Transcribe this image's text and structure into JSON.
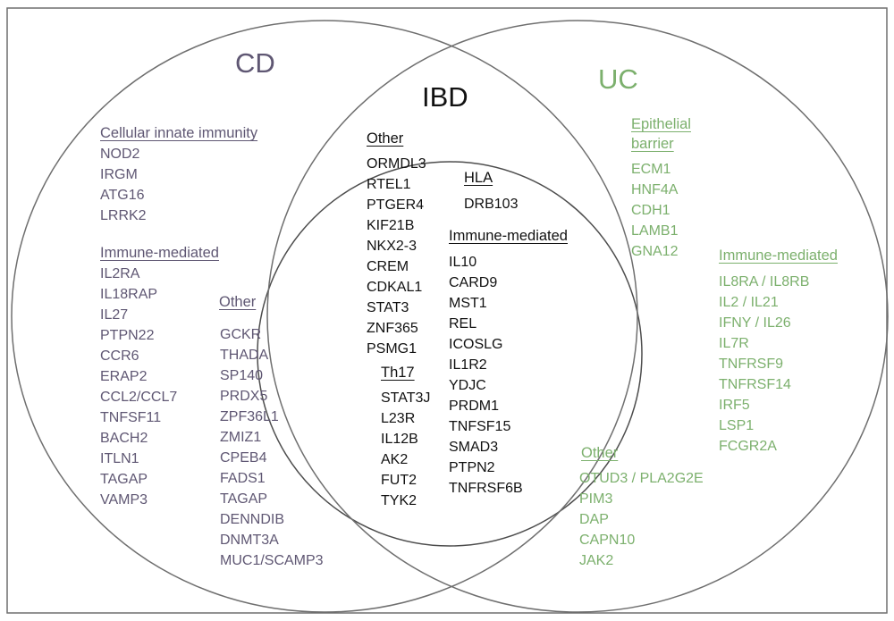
{
  "colors": {
    "cd": "#5f5773",
    "uc": "#7cb06d",
    "ibd": "#111111",
    "outline": "#6f6f6f"
  },
  "cd": {
    "title": "CD",
    "innate": {
      "heading": "Cellular innate immunity",
      "genes": [
        "NOD2",
        "IRGM",
        "ATG16",
        "LRRK2"
      ]
    },
    "immune": {
      "heading": "Immune-mediated",
      "genes": [
        "IL2RA",
        "IL18RAP",
        "IL27",
        "PTPN22",
        "CCR6",
        "ERAP2",
        "CCL2/CCL7",
        "TNFSF11",
        "BACH2",
        "ITLN1",
        "TAGAP",
        "VAMP3"
      ]
    },
    "other": {
      "heading": "Other",
      "genes": [
        "GCKR",
        "THADA",
        "SP140",
        "PRDX5",
        "ZPF36L1",
        "ZMIZ1",
        "CPEB4",
        "FADS1",
        "TAGAP",
        "DENNDIB",
        "DNMT3A",
        "MUC1/SCAMP3"
      ]
    }
  },
  "ibd": {
    "title": "IBD",
    "other": {
      "heading": "Other",
      "genes": [
        "ORMDL3",
        "RTEL1",
        "PTGER4",
        "KIF21B",
        "NKX2-3",
        "CREM",
        "CDKAL1",
        "STAT3",
        "ZNF365",
        "PSMG1"
      ]
    },
    "hla": {
      "heading": "HLA",
      "genes": [
        "DRB103"
      ]
    },
    "immune": {
      "heading": "Immune-mediated",
      "genes": [
        "IL10",
        "CARD9",
        "MST1",
        "REL",
        "ICOSLG",
        "IL1R2",
        "YDJC",
        "PRDM1",
        "TNFSF15",
        "SMAD3",
        "PTPN2",
        "TNFRSF6B"
      ]
    },
    "th17": {
      "heading": "Th17",
      "genes": [
        "STAT3J",
        "L23R",
        "IL12B",
        "AK2",
        "FUT2",
        "TYK2"
      ]
    }
  },
  "uc": {
    "title": "UC",
    "epithelial": {
      "heading_line1": "Epithelial",
      "heading_line2": "barrier",
      "genes": [
        "ECM1",
        "HNF4A",
        "CDH1",
        "LAMB1",
        "GNA12"
      ]
    },
    "immune": {
      "heading": "Immune-mediated",
      "genes": [
        "IL8RA / IL8RB",
        "IL2 / IL21",
        "IFNY / IL26",
        "IL7R",
        "TNFRSF9",
        "TNFRSF14",
        "IRF5",
        "LSP1",
        "FCGR2A"
      ]
    },
    "other": {
      "heading": "Other",
      "genes": [
        "OTUD3 / PLA2G2E",
        "PIM3",
        "DAP",
        "CAPN10",
        "JAK2"
      ]
    }
  }
}
